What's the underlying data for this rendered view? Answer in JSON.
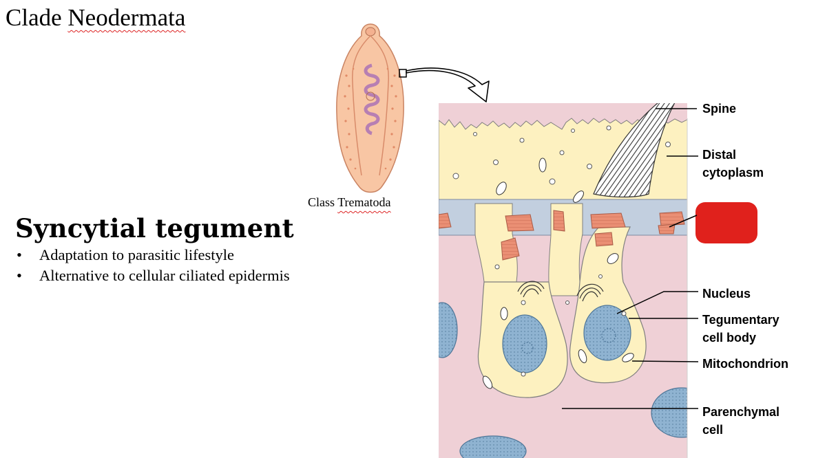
{
  "slide_title": {
    "prefix": "Clade ",
    "underlined": "Neodermata"
  },
  "heading": "Syncytial tegument",
  "bullets": [
    "Adaptation to parasitic lifestyle",
    "Alternative to cellular ciliated epidermis"
  ],
  "bullet_glyph": "•",
  "worm_caption": {
    "prefix": "Class ",
    "underlined": "Trematoda"
  },
  "labels": {
    "spine": "Spine",
    "distal_cytoplasm": "Distal cytoplasm",
    "nucleus": "Nucleus",
    "tegumentary_cell_body": "Tegumentary cell body",
    "mitochondrion": "Mitochondrion",
    "parenchymal_cell": "Parenchymal cell"
  },
  "colors": {
    "tegument": "#fdf1c0",
    "parenchyma": "#efd0d6",
    "membrane": "#c2cfdf",
    "nucleus": "#8fb3d1",
    "muscle": "#ea8f74",
    "worm_body": "#f8c6a4",
    "worm_uterus": "#b77fb3",
    "redaction": "#e0211c"
  }
}
